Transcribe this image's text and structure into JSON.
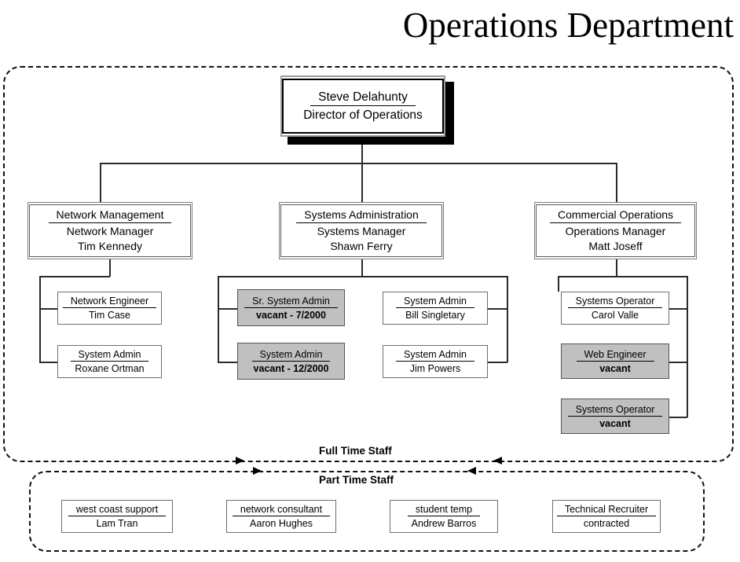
{
  "title": "Operations Department",
  "root": {
    "title": "Steve Delahunty",
    "subtitle": "Director of Operations"
  },
  "divisions": [
    {
      "name": "Network Management",
      "role": "Network Manager",
      "person": "Tim Kennedy",
      "reports": [
        {
          "title": "Network Engineer",
          "person": "Tim Case",
          "vacant": false
        },
        {
          "title": "System Admin",
          "person": "Roxane Ortman",
          "vacant": false
        }
      ]
    },
    {
      "name": "Systems Administration",
      "role": "Systems Manager",
      "person": "Shawn Ferry",
      "reports": [
        {
          "title": "Sr. System Admin",
          "person": "vacant - 7/2000",
          "vacant": true
        },
        {
          "title": "System Admin",
          "person": "vacant  - 12/2000",
          "vacant": true
        },
        {
          "title": "System Admin",
          "person": "Bill Singletary",
          "vacant": false
        },
        {
          "title": "System Admin",
          "person": "Jim Powers",
          "vacant": false
        }
      ]
    },
    {
      "name": "Commercial Operations",
      "role": "Operations Manager",
      "person": "Matt Joseff",
      "reports": [
        {
          "title": "Systems Operator",
          "person": "Carol Valle",
          "vacant": false
        },
        {
          "title": "Web Engineer",
          "person": "vacant",
          "vacant": true
        },
        {
          "title": "Systems Operator",
          "person": "vacant",
          "vacant": true
        }
      ]
    }
  ],
  "labels": {
    "full_time": "Full Time Staff",
    "part_time": "Part Time Staff"
  },
  "part_time_staff": [
    {
      "title": "west coast support",
      "person": "Lam Tran"
    },
    {
      "title": "network consultant",
      "person": "Aaron Hughes"
    },
    {
      "title": "student temp",
      "person": "Andrew Barros"
    },
    {
      "title": "Technical Recruiter",
      "person": "contracted"
    }
  ],
  "colors": {
    "vacant_fill": "#c0c0c0",
    "box_border": "#6f6f6f",
    "line": "#2b2b2b"
  }
}
